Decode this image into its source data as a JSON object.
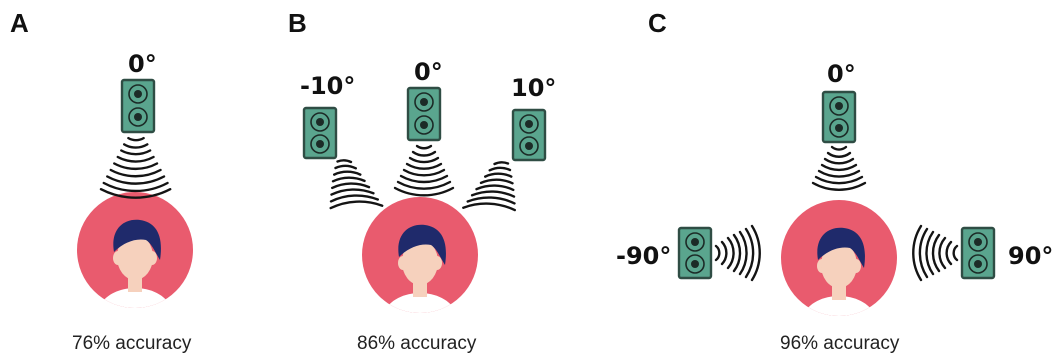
{
  "colors": {
    "speaker_body": "#5aa58e",
    "speaker_dark": "#1c2b27",
    "head_circle": "#e95b6e",
    "skin": "#f6d1bd",
    "hair": "#1f2a6b",
    "shirt": "#ffffff",
    "waves": "#141414"
  },
  "icons": {
    "speaker": "speaker-icon",
    "person": "person-icon",
    "sound_waves": "sound-waves-icon"
  },
  "panels": [
    {
      "label": "A",
      "caption": "76% accuracy",
      "speakers": [
        {
          "angle": "0°"
        }
      ]
    },
    {
      "label": "B",
      "caption": "86% accuracy",
      "speakers": [
        {
          "angle": "-10°"
        },
        {
          "angle": "0°"
        },
        {
          "angle": "10°"
        }
      ]
    },
    {
      "label": "C",
      "caption": "96% accuracy",
      "speakers": [
        {
          "angle": "0°"
        },
        {
          "angle": "-90°"
        },
        {
          "angle": "90°"
        }
      ]
    }
  ]
}
